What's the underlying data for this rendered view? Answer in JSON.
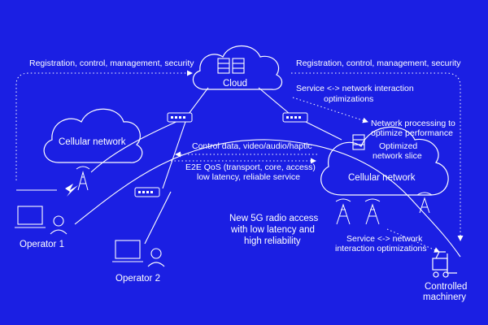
{
  "colors": {
    "background": "#1b1fe3",
    "foreground": "#ffffff"
  },
  "labels": {
    "reg_left": "Registration, control, management, security",
    "reg_right": "Registration, control, management, security",
    "cloud": "Cloud",
    "service_top_1": "Service <-> network interaction",
    "service_top_2": "optimizations",
    "network_processing_1": "Network processing to",
    "network_processing_2": "optimize performance",
    "slice_1": "Optimized",
    "slice_2": "network slice",
    "cellular_left": "Cellular network",
    "cellular_right": "Cellular network",
    "control_data": "Control data, video/audio/haptic",
    "e2e_1": "E2E QoS (transport, core, access)",
    "e2e_2": "low latency, reliable service",
    "radio_1": "New 5G radio access",
    "radio_2": "with low latency and",
    "radio_3": "high reliability",
    "service_bottom_1": "Service <-> network",
    "service_bottom_2": "interaction optimizations",
    "operator1": "Operator 1",
    "operator2": "Operator 2",
    "machinery_1": "Controlled",
    "machinery_2": "machinery"
  },
  "icons": [
    "server-icon",
    "router-icon",
    "cell-tower-icon",
    "laptop-icon",
    "person-icon",
    "lightning-icon",
    "forklift-icon"
  ]
}
